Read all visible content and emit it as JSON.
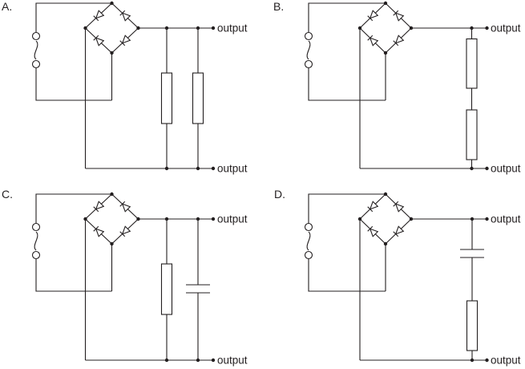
{
  "diagram": {
    "background_color": "#ffffff",
    "line_color": "#231f20",
    "circuits": [
      {
        "id": "A",
        "label": "A.",
        "source": "ac-supply",
        "rectifier": "diode-bridge",
        "load": "two-resistors-parallel",
        "output_top": "output",
        "output_bottom": "output"
      },
      {
        "id": "B",
        "label": "B.",
        "source": "ac-supply",
        "rectifier": "diode-bridge",
        "load": "two-resistors-series",
        "output_top": "output",
        "output_bottom": "output"
      },
      {
        "id": "C",
        "label": "C.",
        "source": "ac-supply",
        "rectifier": "diode-bridge",
        "load": "resistor-parallel-capacitor",
        "output_top": "output",
        "output_bottom": "output"
      },
      {
        "id": "D",
        "label": "D.",
        "source": "ac-supply",
        "rectifier": "diode-bridge",
        "load": "capacitor-series-resistor",
        "output_top": "output",
        "output_bottom": "output"
      }
    ]
  }
}
